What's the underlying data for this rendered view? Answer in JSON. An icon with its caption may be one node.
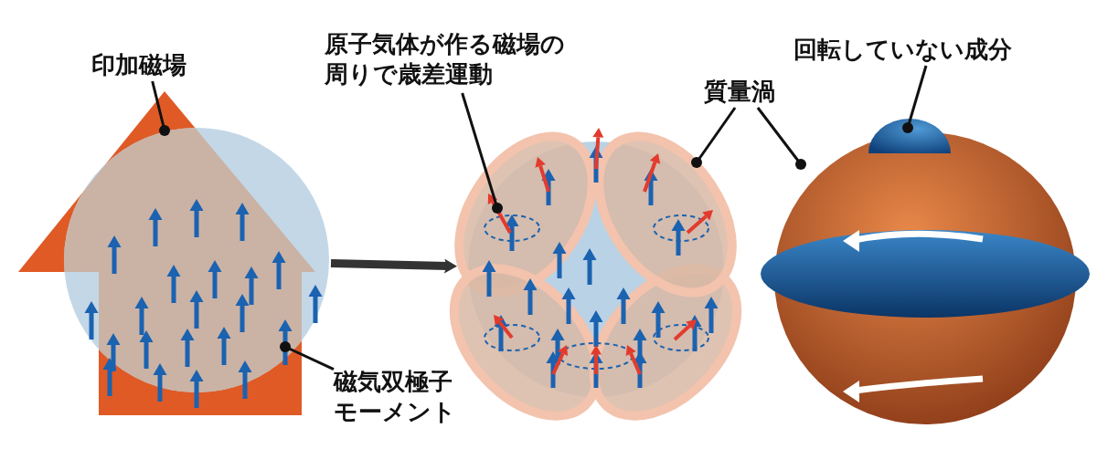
{
  "diagram": {
    "nodes": [
      {
        "text": [
          "印加磁場"
        ]
      },
      {
        "text": [],
        "shape": "picture"
      },
      {
        "text": [],
        "shape": "picture"
      },
      {
        "text": [],
        "shape": "picture",
        "in": 1
      },
      {
        "text": [
          "原子気体が作る磁場の周りで歳差運動"
        ]
      },
      {
        "text": [],
        "shape": "picture"
      },
      {
        "text": [],
        "shape": "picture",
        "in": 5
      },
      {
        "text": [],
        "shape": "picture",
        "in": 5
      },
      {
        "text": [
          "質量渦"
        ]
      },
      {
        "text": [
          "回転していない成分"
        ]
      },
      {
        "text": [],
        "shape": "picture"
      },
      {
        "text": [],
        "shape": "picture"
      },
      {
        "text": [
          "磁気双極子モーメント"
        ]
      }
    ],
    "edges": [
      {
        "from": 0,
        "to": 2,
        "arrow": "other"
      },
      {
        "from": 4,
        "to": 6,
        "arrow": "other"
      },
      {
        "from": 8,
        "to": 7,
        "arrow": "other"
      },
      {
        "from": 8,
        "to": 10,
        "arrow": "other"
      },
      {
        "from": 9,
        "to": 11,
        "arrow": "other"
      },
      {
        "from": 12,
        "to": 3,
        "arrow": "other"
      },
      {
        "from": 1,
        "to": 5,
        "arrow": "to",
        "style": "thick"
      }
    ]
  }
}
